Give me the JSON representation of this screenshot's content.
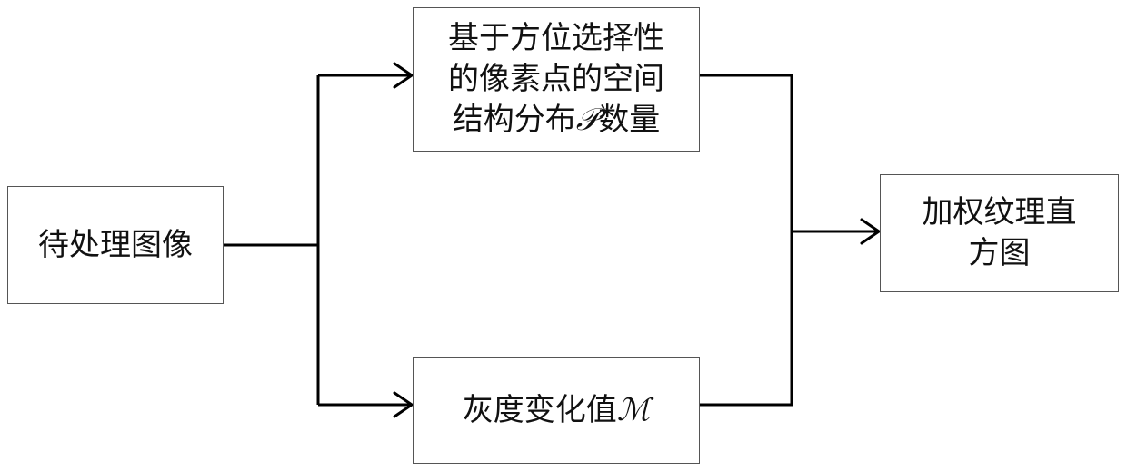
{
  "nodes": {
    "input": {
      "label": "待处理图像"
    },
    "spatial": {
      "line1": "基于方位选择性",
      "line2": "的像素点的空间",
      "line3_prefix": "结构分布",
      "line3_symbol": "𝒫",
      "line3_suffix": "数量"
    },
    "gray": {
      "label_prefix": "灰度变化值",
      "label_symbol": "ℳ"
    },
    "output": {
      "line1": "加权纹理直",
      "line2": "方图"
    }
  }
}
